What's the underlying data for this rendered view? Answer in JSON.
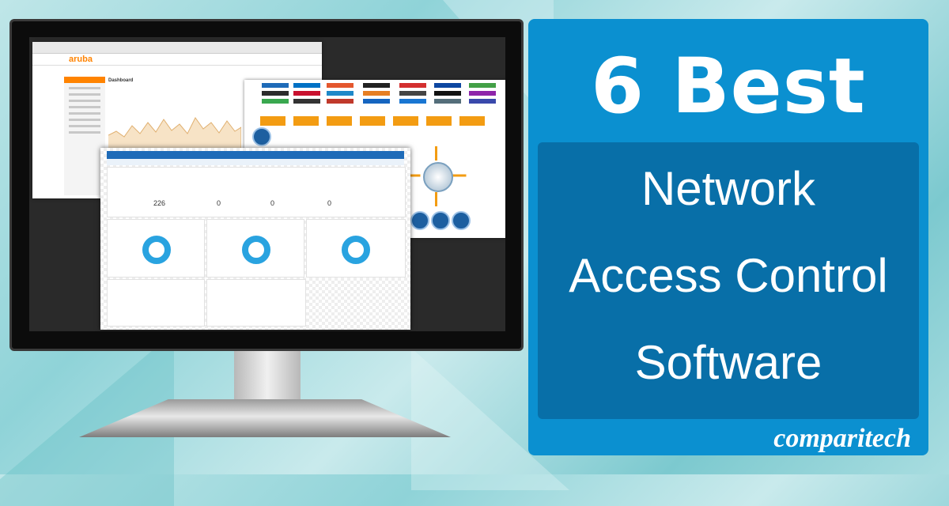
{
  "headline": "6 Best",
  "subtitle_lines": [
    "Network",
    "Access Control",
    "Software"
  ],
  "brand": "comparitech",
  "screens": {
    "aruba_logo": "aruba",
    "aruba_dashboard_title": "Dashboard",
    "metric_value_1": "226",
    "metric_value_2": "0",
    "metric_value_3": "0",
    "metric_value_4": "0"
  },
  "colors": {
    "panel_blue": "#0b90d0",
    "inner_blue": "#086fa8",
    "aruba_orange": "#ff8300",
    "forescout_orange": "#f39c12",
    "donut_blue": "#29a3e0"
  },
  "icons": {
    "monitor": "desktop-monitor-icon"
  }
}
